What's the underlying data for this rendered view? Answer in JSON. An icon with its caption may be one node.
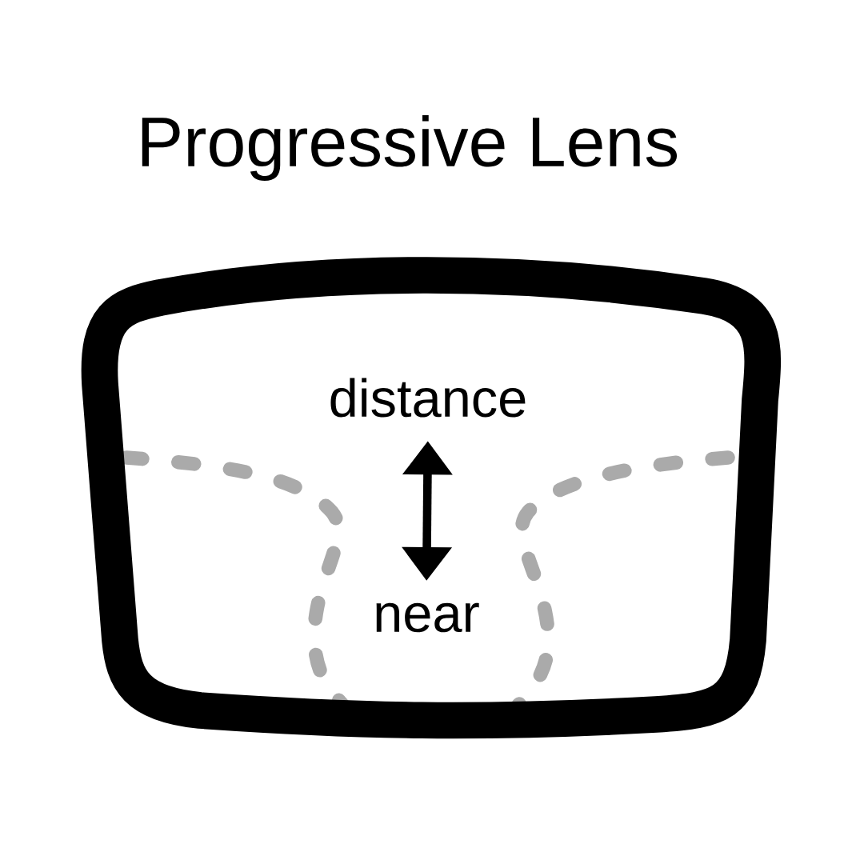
{
  "diagram": {
    "title": "Progressive Lens",
    "nodes": [
      {
        "text": [
          "distance"
        ]
      },
      {
        "text": [
          "near"
        ]
      }
    ],
    "edges": [
      {
        "from": 0,
        "to": 1,
        "arrow": "both"
      }
    ]
  }
}
